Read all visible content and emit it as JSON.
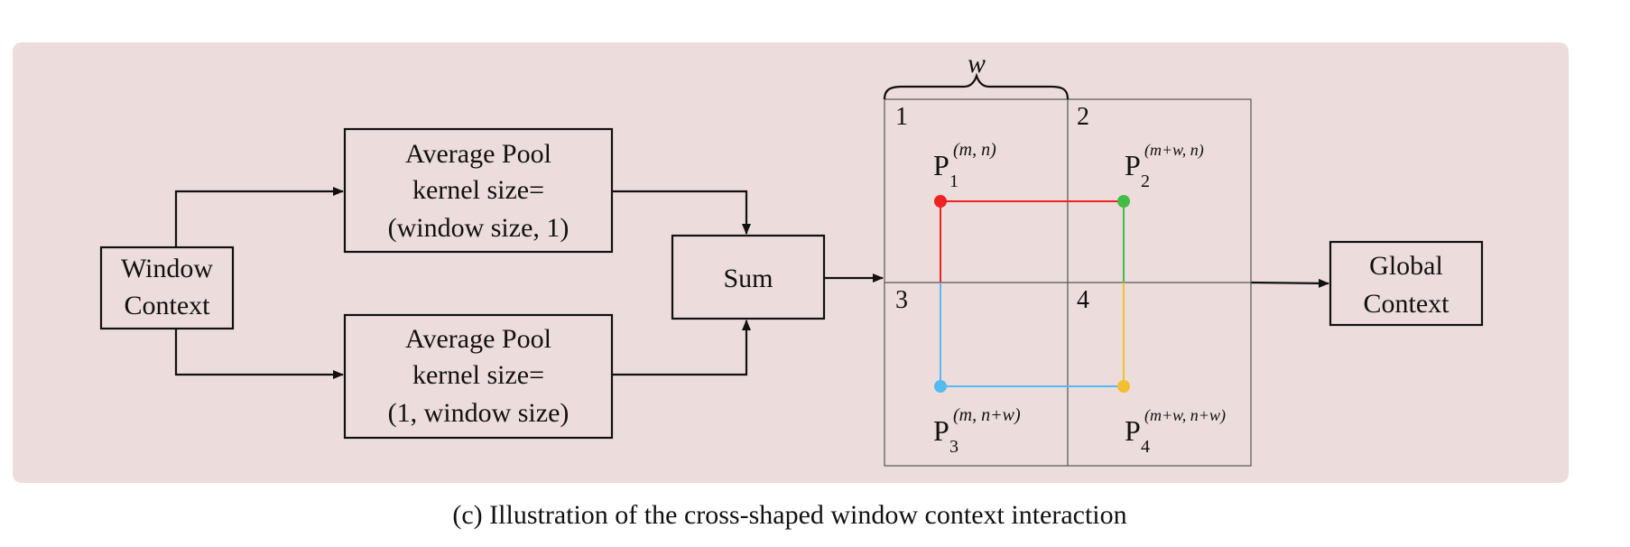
{
  "boxes": {
    "window_context": [
      "Window",
      "Context"
    ],
    "pool_top": [
      "Average Pool",
      "kernel size=",
      "(window size, 1)"
    ],
    "pool_bottom": [
      "Average Pool",
      "kernel size=",
      "(1, window size)"
    ],
    "sum": "Sum",
    "global_context": [
      "Global",
      "Context"
    ]
  },
  "grid": {
    "width_label": "w",
    "cell_numbers": [
      "1",
      "2",
      "3",
      "4"
    ]
  },
  "points": [
    {
      "base": "P",
      "sub": "1",
      "sup": "(m, n)",
      "color": "#ee2222"
    },
    {
      "base": "P",
      "sub": "2",
      "sup": "(m+w, n)",
      "color": "#44bb44"
    },
    {
      "base": "P",
      "sub": "3",
      "sup": "(m, n+w)",
      "color": "#55bbee"
    },
    {
      "base": "P",
      "sub": "4",
      "sup": "(m+w, n+w)",
      "color": "#f0c030"
    }
  ],
  "caption": "(c) Illustration of the cross-shaped window context interaction",
  "colors": {
    "panel_bg": "#eddcdc",
    "ink": "#111111"
  }
}
